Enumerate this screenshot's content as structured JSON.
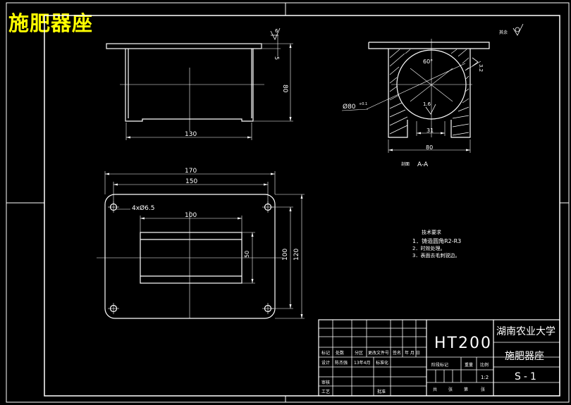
{
  "title": "施肥器座",
  "dims": {
    "front_width": "130",
    "front_height": "80",
    "front_top": "5",
    "rough_top": "6",
    "plan_170": "170",
    "plan_150": "150",
    "plan_100w": "100",
    "plan_holes": "4xØ6.5",
    "plan_50": "50",
    "plan_100h": "100",
    "plan_120": "120",
    "sec_dia": "Ø80",
    "sec_dia_tol": "+0.1",
    "sec_angle": "60°",
    "sec_32": "3.2",
    "sec_16": "1.6",
    "sec_31": "31",
    "sec_80": "80",
    "sec_label_pre": "剖面",
    "sec_label": "A-A",
    "rough_other": "其余"
  },
  "notes": {
    "heading": "技术要求",
    "items": [
      "1．铸造圆角R2-R3",
      "2．时效处理。",
      "3．表面去毛刺锐边。"
    ]
  },
  "titleblock": {
    "material": "HT200",
    "school": "湖南农业大学",
    "part_name": "施肥器座",
    "code": "S-1",
    "scale": "1:2",
    "row_labels": [
      "标记",
      "处数",
      "分区",
      "更改文件号",
      "签名",
      "年 月 日"
    ],
    "designer_label": "设计",
    "designer": "陈杰强",
    "date": "13年4月",
    "std_label": "标准化",
    "review_label": "审核",
    "craft_label": "工艺",
    "approve_label": "批准",
    "stage_label": "阶段标记",
    "weight_label": "重量",
    "scale_label": "比例",
    "sheet_labels": [
      "共",
      "张",
      "第",
      "张"
    ]
  }
}
